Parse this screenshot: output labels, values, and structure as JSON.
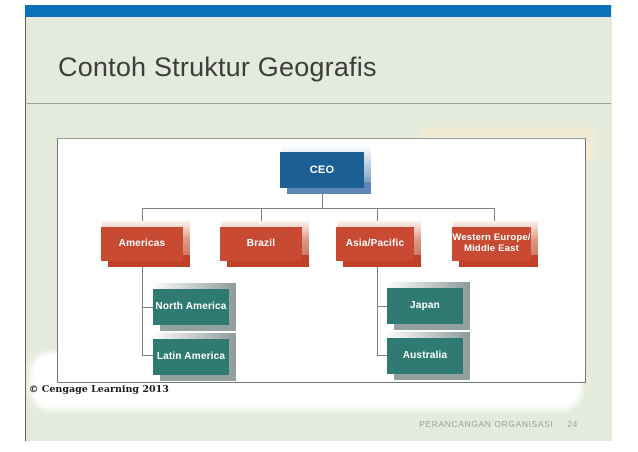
{
  "slide": {
    "title": "Contoh Struktur Geografis",
    "copyright": "© Cengage Learning 2013",
    "footer": {
      "course": "PERANCANGAN ORGANISASI",
      "page": "24"
    }
  },
  "org_chart": {
    "type": "org-tree",
    "root": {
      "label": "CEO",
      "color": "#1b5f94"
    },
    "regions": [
      {
        "label": "Americas",
        "color": "#c94a32",
        "children": [
          "North America",
          "Latin America"
        ]
      },
      {
        "label": "Brazil",
        "color": "#c94a32",
        "children": []
      },
      {
        "label": "Asia/Pacific",
        "color": "#c94a32",
        "children": [
          "Japan",
          "Australia"
        ]
      },
      {
        "label": "Western Europe/\nMiddle East",
        "color": "#c94a32",
        "children": []
      }
    ],
    "child_node_color": "#2f7b73"
  },
  "colors": {
    "top_bar_blue": "#0b72ba",
    "slide_background": "#e4ebdc",
    "beige_accent": "#f1ead5",
    "node_blue": "#1b5f94",
    "node_red": "#c94a32",
    "node_teal": "#2f7b73",
    "connector_gray": "#7f7f7f",
    "footer_text": "#98a396"
  }
}
